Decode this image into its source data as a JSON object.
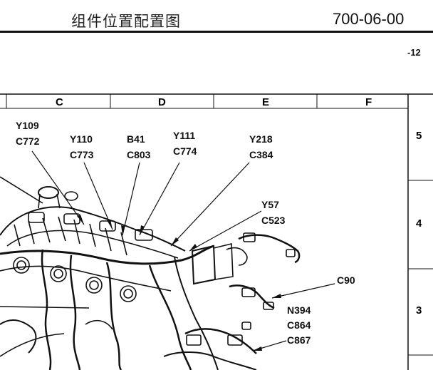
{
  "header": {
    "title": "组件位置配置图",
    "doc_number": "700-06-00",
    "page": "-12"
  },
  "grid": {
    "columns": [
      "C",
      "D",
      "E",
      "F"
    ],
    "rows": [
      "5",
      "4",
      "3"
    ]
  },
  "callouts": [
    {
      "id": "y109",
      "lines": [
        "Y109",
        "C772"
      ]
    },
    {
      "id": "y110",
      "lines": [
        "Y110",
        "C773"
      ]
    },
    {
      "id": "b41",
      "lines": [
        "B41",
        "C803"
      ]
    },
    {
      "id": "y111",
      "lines": [
        "Y111",
        "C774"
      ]
    },
    {
      "id": "y218",
      "lines": [
        "Y218",
        "C384"
      ]
    },
    {
      "id": "y57",
      "lines": [
        "Y57",
        "C523"
      ]
    },
    {
      "id": "c90",
      "lines": [
        "C90"
      ]
    },
    {
      "id": "n394",
      "lines": [
        "N394",
        "C864",
        "C867"
      ]
    }
  ]
}
